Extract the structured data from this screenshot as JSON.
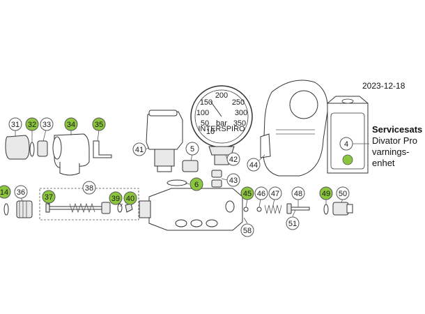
{
  "date": "2023-12-18",
  "service_kit": {
    "title": "Servicesats",
    "line1": "Divator Pro",
    "line2": "varnings-",
    "line3": "enhet",
    "callout": "4"
  },
  "gauge": {
    "scale_labels": [
      "10",
      "50",
      "100",
      "150",
      "200",
      "250",
      "300",
      "350"
    ],
    "unit": "bar",
    "brand": "INTERSPIRO"
  },
  "callouts": [
    {
      "id": "31",
      "highlight": false
    },
    {
      "id": "32",
      "highlight": true
    },
    {
      "id": "33",
      "highlight": false
    },
    {
      "id": "34",
      "highlight": true
    },
    {
      "id": "35",
      "highlight": true
    },
    {
      "id": "36",
      "highlight": false
    },
    {
      "id": "37",
      "highlight": true
    },
    {
      "id": "38",
      "highlight": false
    },
    {
      "id": "39",
      "highlight": true
    },
    {
      "id": "40",
      "highlight": true
    },
    {
      "id": "41",
      "highlight": false
    },
    {
      "id": "42",
      "highlight": false
    },
    {
      "id": "43",
      "highlight": false
    },
    {
      "id": "44",
      "highlight": false
    },
    {
      "id": "45",
      "highlight": true
    },
    {
      "id": "46",
      "highlight": false
    },
    {
      "id": "47",
      "highlight": false
    },
    {
      "id": "48",
      "highlight": false
    },
    {
      "id": "49",
      "highlight": true
    },
    {
      "id": "50",
      "highlight": false
    },
    {
      "id": "51",
      "highlight": false
    },
    {
      "id": "5",
      "highlight": false
    },
    {
      "id": "6",
      "highlight": true
    },
    {
      "id": "14",
      "highlight": true
    },
    {
      "id": "58",
      "highlight": false
    }
  ],
  "colors": {
    "highlight": "#8cc63f",
    "callout_stroke": "#555555",
    "line": "#333333"
  }
}
